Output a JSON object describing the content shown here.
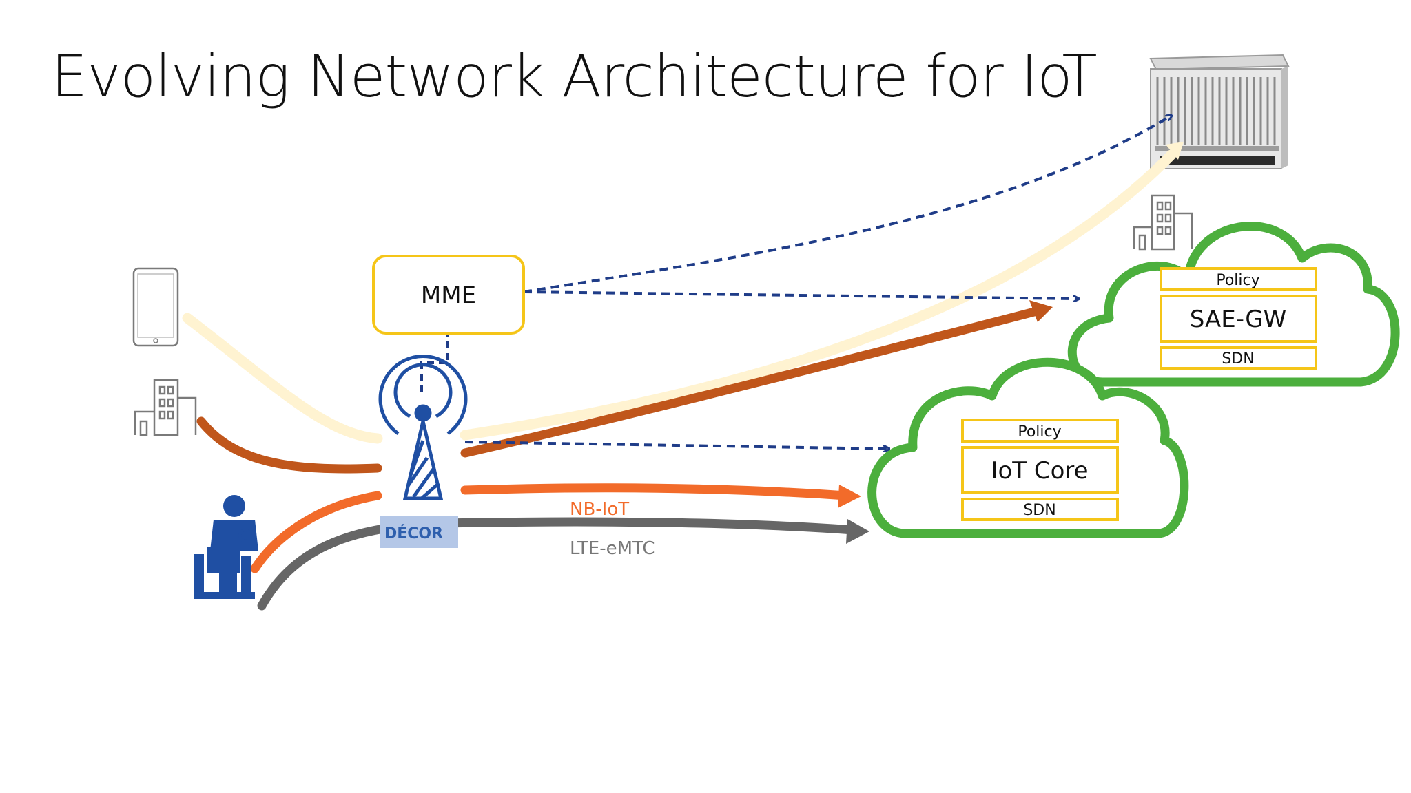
{
  "title": "Evolving Network Architecture for IoT",
  "nodes": {
    "mme": "MME",
    "decor": "DÉCOR",
    "sae_cloud": {
      "top": "Policy",
      "main": "SAE-GW",
      "bottom": "SDN"
    },
    "iot_cloud": {
      "top": "Policy",
      "main": "IoT Core",
      "bottom": "SDN"
    }
  },
  "links": {
    "nb_iot": "NB-IoT",
    "lte_emtc": "LTE-eMTC"
  },
  "colors": {
    "cloud_outline": "#4CAF3D",
    "box_outline": "#F5C518",
    "dashed_link": "#1F3C88",
    "flow_cream": "#FFF3D1",
    "flow_brown": "#C0561B",
    "flow_orange": "#F26B2A",
    "flow_gray": "#666666",
    "tower_blue": "#1F4FA3",
    "decor_fill": "#B4C7E7"
  }
}
